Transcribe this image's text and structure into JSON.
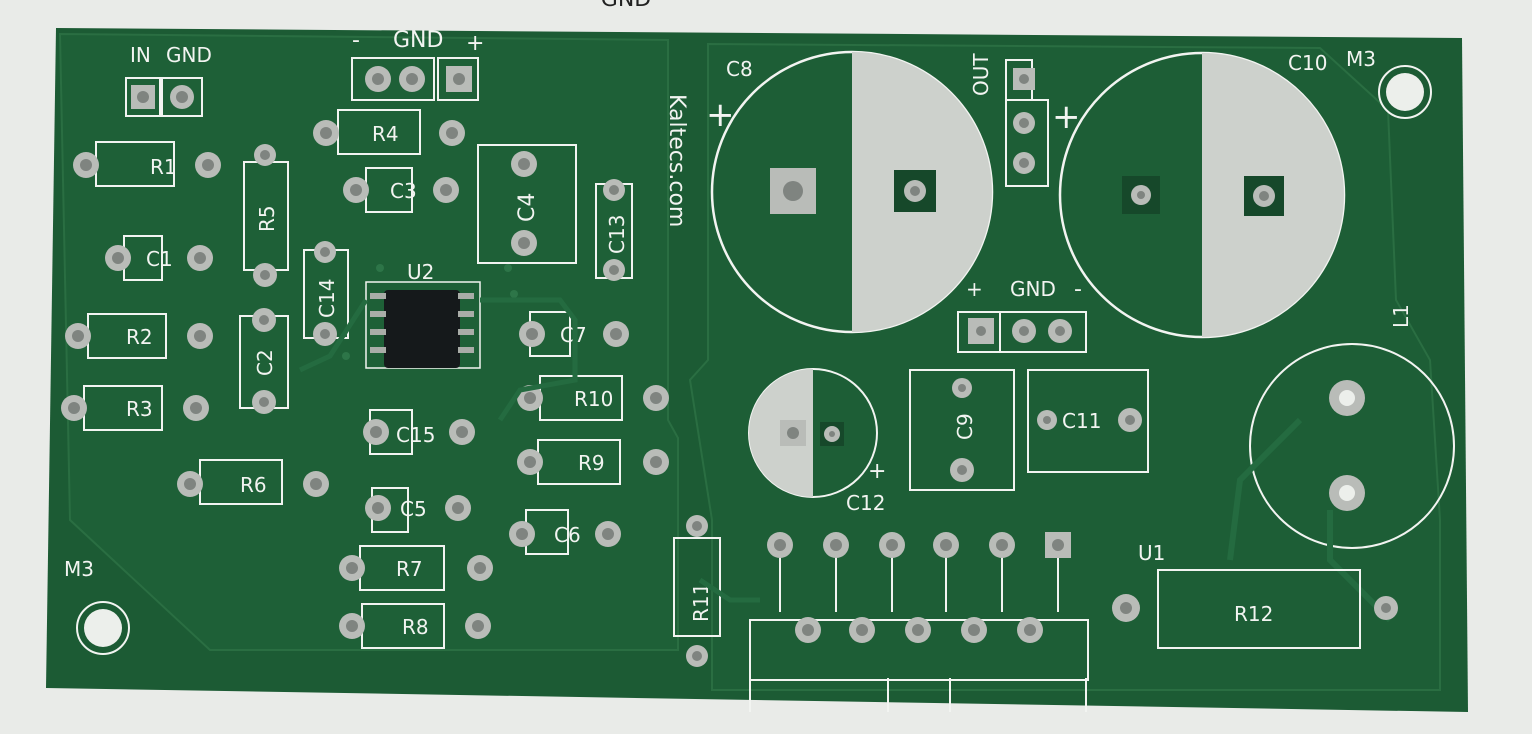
{
  "photo": {
    "subject": "Green printed circuit board with white silkscreen (unpopulated)",
    "cropped_top_text": "GND"
  },
  "colors": {
    "background": "#e9ebe8",
    "board": "#1c5b34",
    "board_shade": "#164d2b",
    "copper_pour_edge": "#2a6e42",
    "silkscreen": "#f2f4f1",
    "pad": "#b9bcb8",
    "pad_dark": "#7f8480",
    "ic_body": "#15191b"
  },
  "labels": {
    "in": "IN",
    "gnd_in": "GND",
    "minus_top": "-",
    "gnd_top": "GND",
    "plus_top": "+",
    "r1": "R1",
    "r2": "R2",
    "r3": "R3",
    "r4": "R4",
    "r5": "R5",
    "r6": "R6",
    "r7": "R7",
    "r8": "R8",
    "r9": "R9",
    "r10": "R10",
    "r11": "R11",
    "r12": "R12",
    "c1": "C1",
    "c2": "C2",
    "c3": "C3",
    "c4": "C4",
    "c5": "C5",
    "c6": "C6",
    "c7": "C7",
    "c8": "C8",
    "c9": "C9",
    "c10": "C10",
    "c11": "C11",
    "c12": "C12",
    "c13": "C13",
    "c14": "C14",
    "c15": "C15",
    "u1": "U1",
    "u2": "U2",
    "l1": "L1",
    "m3_left": "M3",
    "m3_right": "M3",
    "brand": "Kaltecs.com",
    "out": "OUT",
    "plus_out": "+",
    "plus_c8": "+",
    "plus_mid": "+",
    "gnd_mid": "GND",
    "minus_mid": "-",
    "plus_c12": "+"
  }
}
